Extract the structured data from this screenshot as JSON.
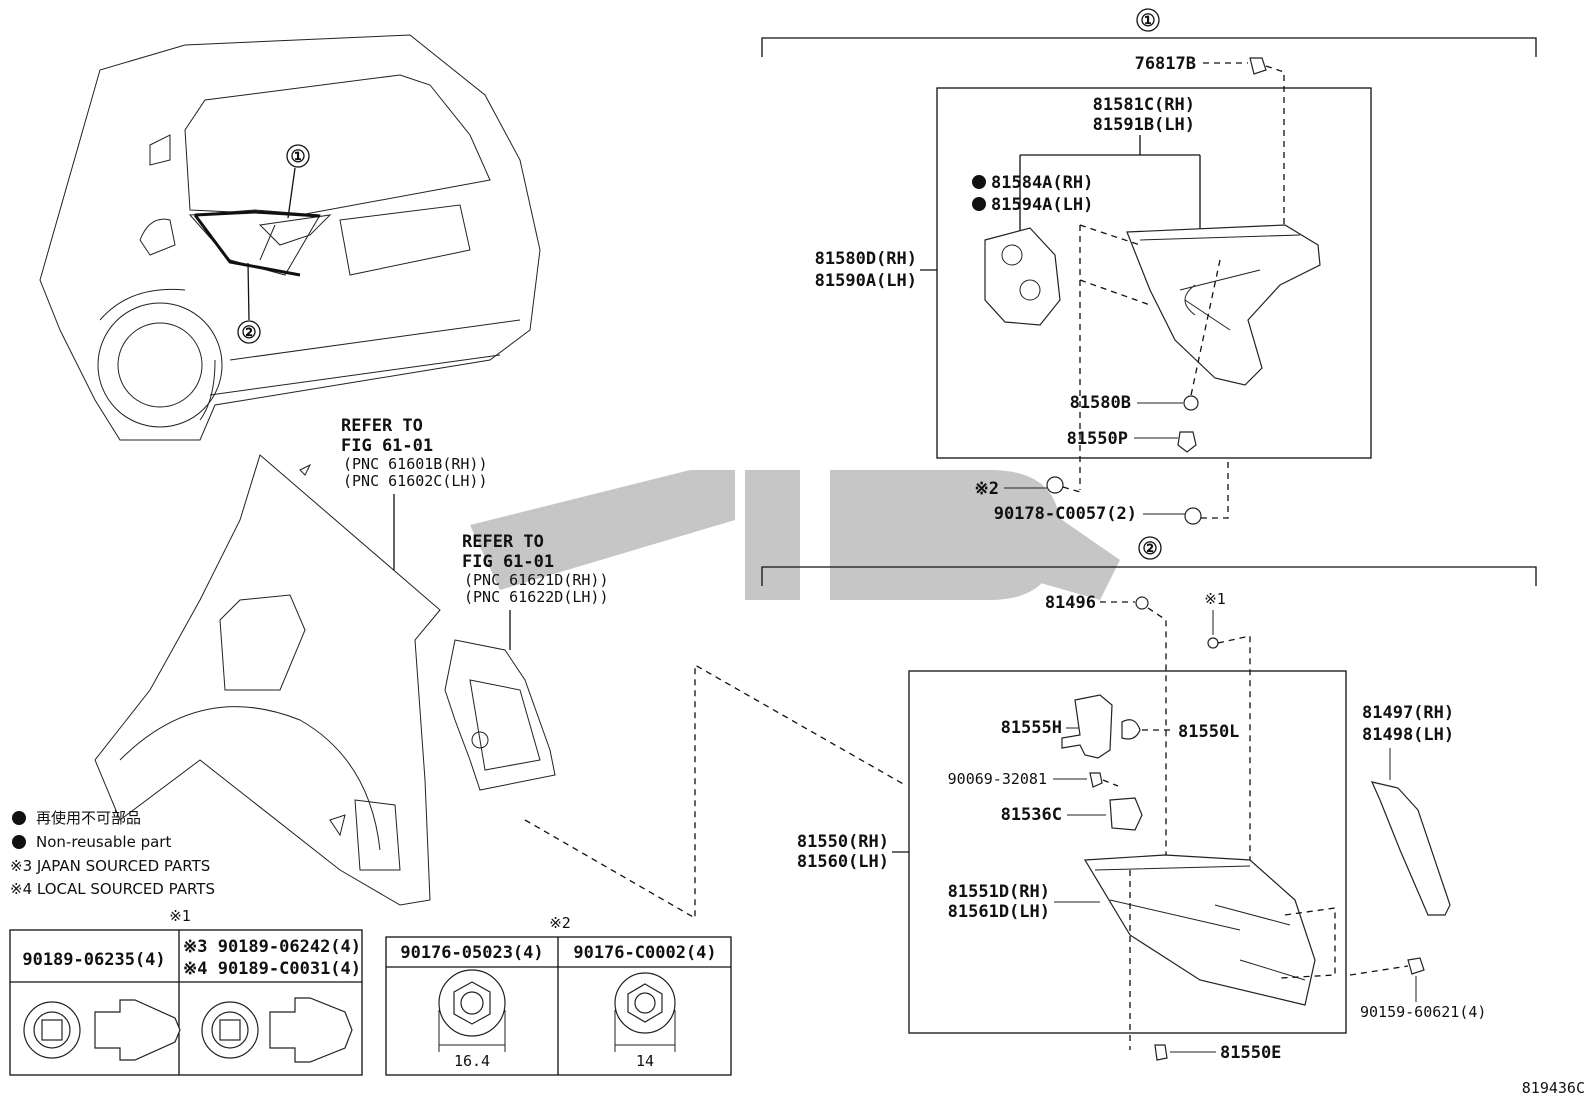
{
  "diagram_id": "819436C",
  "callouts": {
    "c1": "①",
    "c2": "②"
  },
  "refer_left": {
    "line1": "REFER TO",
    "line2": "FIG 61-01",
    "line3": "(PNC 61601B(RH))",
    "line4": "(PNC 61602C(LH))"
  },
  "refer_mid": {
    "line1": "REFER TO",
    "line2": "FIG 61-01",
    "line3": "(PNC 61621D(RH))",
    "line4": "(PNC 61622D(LH))"
  },
  "legend": {
    "item1": "再使用不可部品",
    "item2": "Non-reusable part",
    "item3": "※3 JAPAN SOURCED PARTS",
    "item4": "※4 LOCAL SOURCED PARTS"
  },
  "group1_parts": {
    "p76817B": "76817B",
    "p81581C": "81581C(RH)",
    "p81591B": "81591B(LH)",
    "p81584A": "81584A(RH)",
    "p81594A": "81594A(LH)",
    "p81580D": "81580D(RH)",
    "p81590A": "81590A(LH)",
    "p81580B": "81580B",
    "p81550P": "81550P",
    "note2": "※2",
    "p90178": "90178-C0057(2)"
  },
  "group2_parts": {
    "p81496": "81496",
    "note1": "※1",
    "p81555H": "81555H",
    "p81550L": "81550L",
    "p90069": "90069-32081",
    "p81536C": "81536C",
    "p81550": "81550(RH)",
    "p81560": "81560(LH)",
    "p81551D": "81551D(RH)",
    "p81561D": "81561D(LH)",
    "p81497": "81497(RH)",
    "p81498": "81498(LH)",
    "p90159": "90159-60621(4)",
    "p81550E": "81550E"
  },
  "table1": {
    "note": "※1",
    "col1": "90189-06235(4)",
    "col2a": "※3 90189-06242(4)",
    "col2b": "※4 90189-C0031(4)"
  },
  "table2": {
    "note": "※2",
    "col1": "90176-05023(4)",
    "col2": "90176-C0002(4)",
    "dim1": "16.4",
    "dim2": "14"
  }
}
